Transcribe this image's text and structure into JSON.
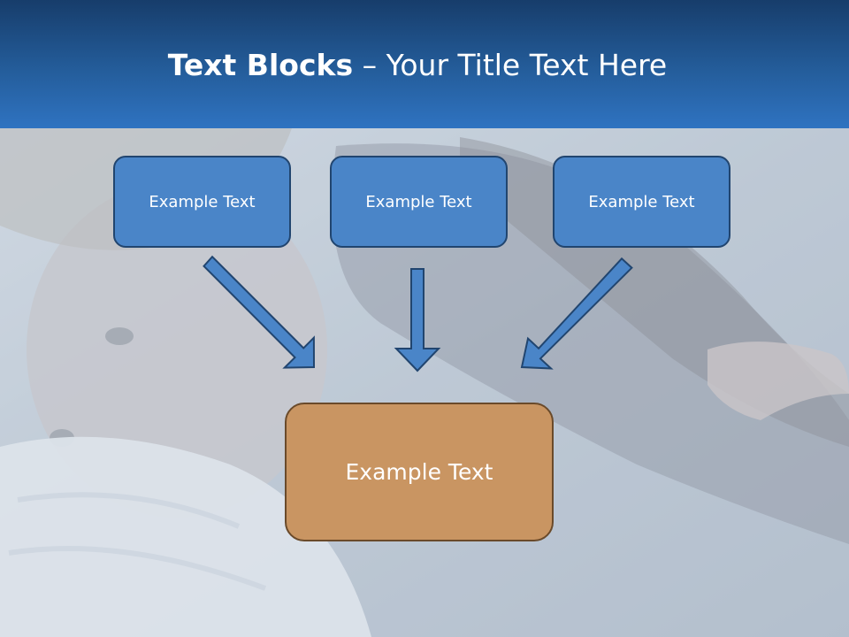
{
  "slide": {
    "title_bold": "Text Blocks",
    "title_dash": " – ",
    "title_rest": "Your Title Text Here"
  },
  "diagram": {
    "top_boxes": [
      {
        "label": "Example Text"
      },
      {
        "label": "Example Text"
      },
      {
        "label": "Example Text"
      }
    ],
    "bottom_box": {
      "label": "Example Text"
    }
  },
  "colors": {
    "title_band": "#245d9b",
    "box_blue": "#4a85c8",
    "box_orange": "#c99562",
    "arrow": "#4a85c8"
  }
}
